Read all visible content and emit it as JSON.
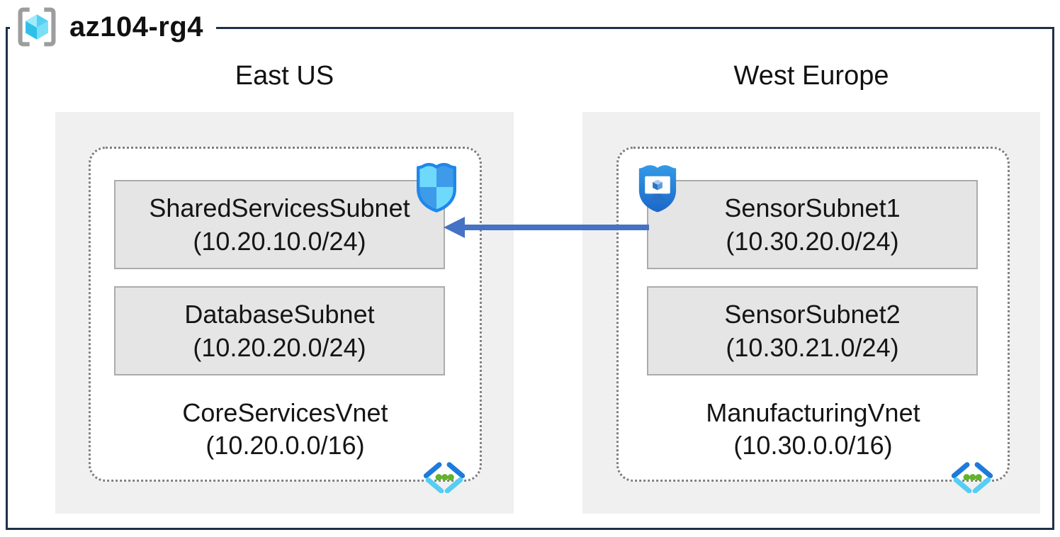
{
  "resource_group": {
    "label": "az104-rg4",
    "icon": "resource-group-icon"
  },
  "regions": [
    {
      "name": "East US",
      "vnet": {
        "name": "CoreServicesVnet",
        "cidr": "(10.20.0.0/16)",
        "icon": "virtual-network-icon",
        "subnets": [
          {
            "name": "SharedServicesSubnet",
            "cidr": "(10.20.10.0/24)",
            "badge_icon": "network-security-group-shield-icon"
          },
          {
            "name": "DatabaseSubnet",
            "cidr": "(10.20.20.0/24)"
          }
        ]
      }
    },
    {
      "name": "West Europe",
      "vnet": {
        "name": "ManufacturingVnet",
        "cidr": "(10.30.0.0/16)",
        "icon": "virtual-network-icon",
        "subnets": [
          {
            "name": "SensorSubnet1",
            "cidr": "(10.30.20.0/24)",
            "badge_icon": "bastion-shield-icon"
          },
          {
            "name": "SensorSubnet2",
            "cidr": "(10.30.21.0/24)"
          }
        ]
      }
    }
  ],
  "connection": {
    "type": "arrow",
    "from": "SensorSubnet1",
    "to": "SharedServicesSubnet",
    "direction": "right-to-left",
    "color": "#4472c4"
  },
  "colors": {
    "frame_border": "#1f3049",
    "region_bg": "#f0f0f0",
    "vnet_bg": "#ffffff",
    "vnet_border": "#7f7f7f",
    "subnet_bg": "#e5e5e5",
    "subnet_border": "#ababab",
    "arrow": "#4472c4",
    "nsg_light": "#6fd9fc",
    "nsg_blue": "#3e9bea",
    "nsg_outline": "#1f87ea",
    "bastion_blue_top": "#339ae6",
    "bastion_blue_bottom": "#1c66c8",
    "vnet_icon_dark_blue": "#1e7bd8",
    "vnet_icon_cyan": "#55cdf4",
    "vnet_icon_green": "#63b32c",
    "rg_bracket_gray": "#9d9d9d",
    "rg_cube_cyan": "#44cbf1"
  }
}
